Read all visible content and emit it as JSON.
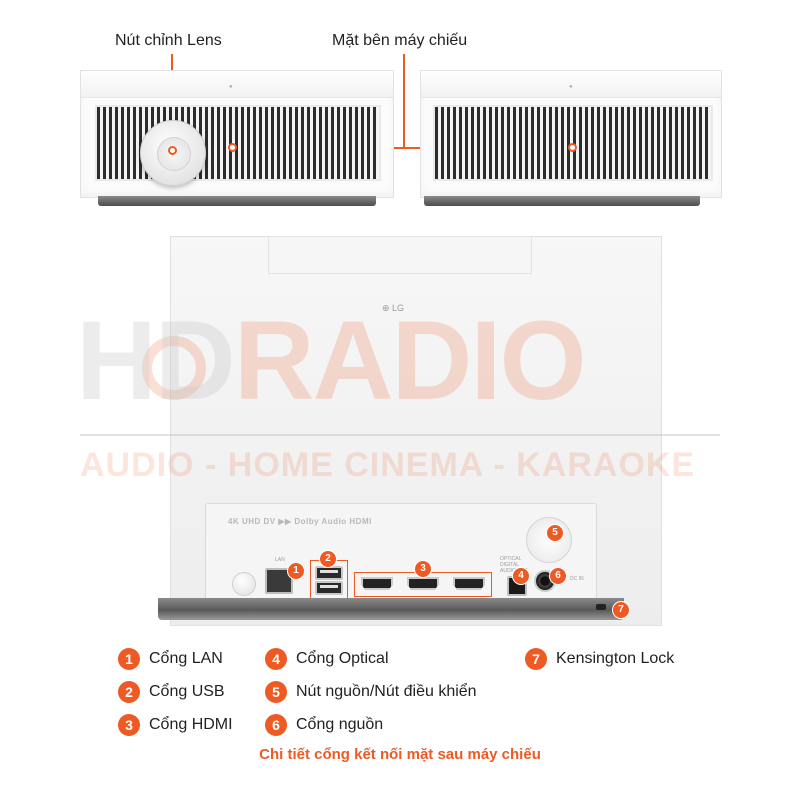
{
  "top_labels": {
    "lens_knob": "Nút chỉnh Lens",
    "side_view": "Mặt bên máy chiếu"
  },
  "watermark": {
    "brand_part1": "HD",
    "brand_part2": "RADIO",
    "tagline": "AUDIO - HOME CINEMA - KARAOKE"
  },
  "device": {
    "brand_logo": "⊕ LG",
    "cert_logos": "4K UHD  DV  ▶▶ Dolby Audio  HDMI",
    "port_labels": {
      "lan": "LAN",
      "optical": "OPTICAL DIGITAL AUDIO OUT",
      "power": "DC IN"
    }
  },
  "callouts": [
    "1",
    "2",
    "3",
    "4",
    "5",
    "6",
    "7"
  ],
  "legend": [
    {
      "num": "1",
      "label": "Cổng LAN"
    },
    {
      "num": "2",
      "label": "Cổng USB"
    },
    {
      "num": "3",
      "label": "Cổng HDMI"
    },
    {
      "num": "4",
      "label": "Cổng Optical"
    },
    {
      "num": "5",
      "label": "Nút nguồn/Nút điều khiển"
    },
    {
      "num": "6",
      "label": "Cổng nguồn"
    },
    {
      "num": "7",
      "label": "Kensington Lock"
    }
  ],
  "caption": "Chi tiết cổng kết nối mặt sau máy chiếu",
  "colors": {
    "accent": "#ee5a24",
    "text": "#222222",
    "device_body": "#f5f5f5",
    "grille": "#2c2c2c"
  }
}
